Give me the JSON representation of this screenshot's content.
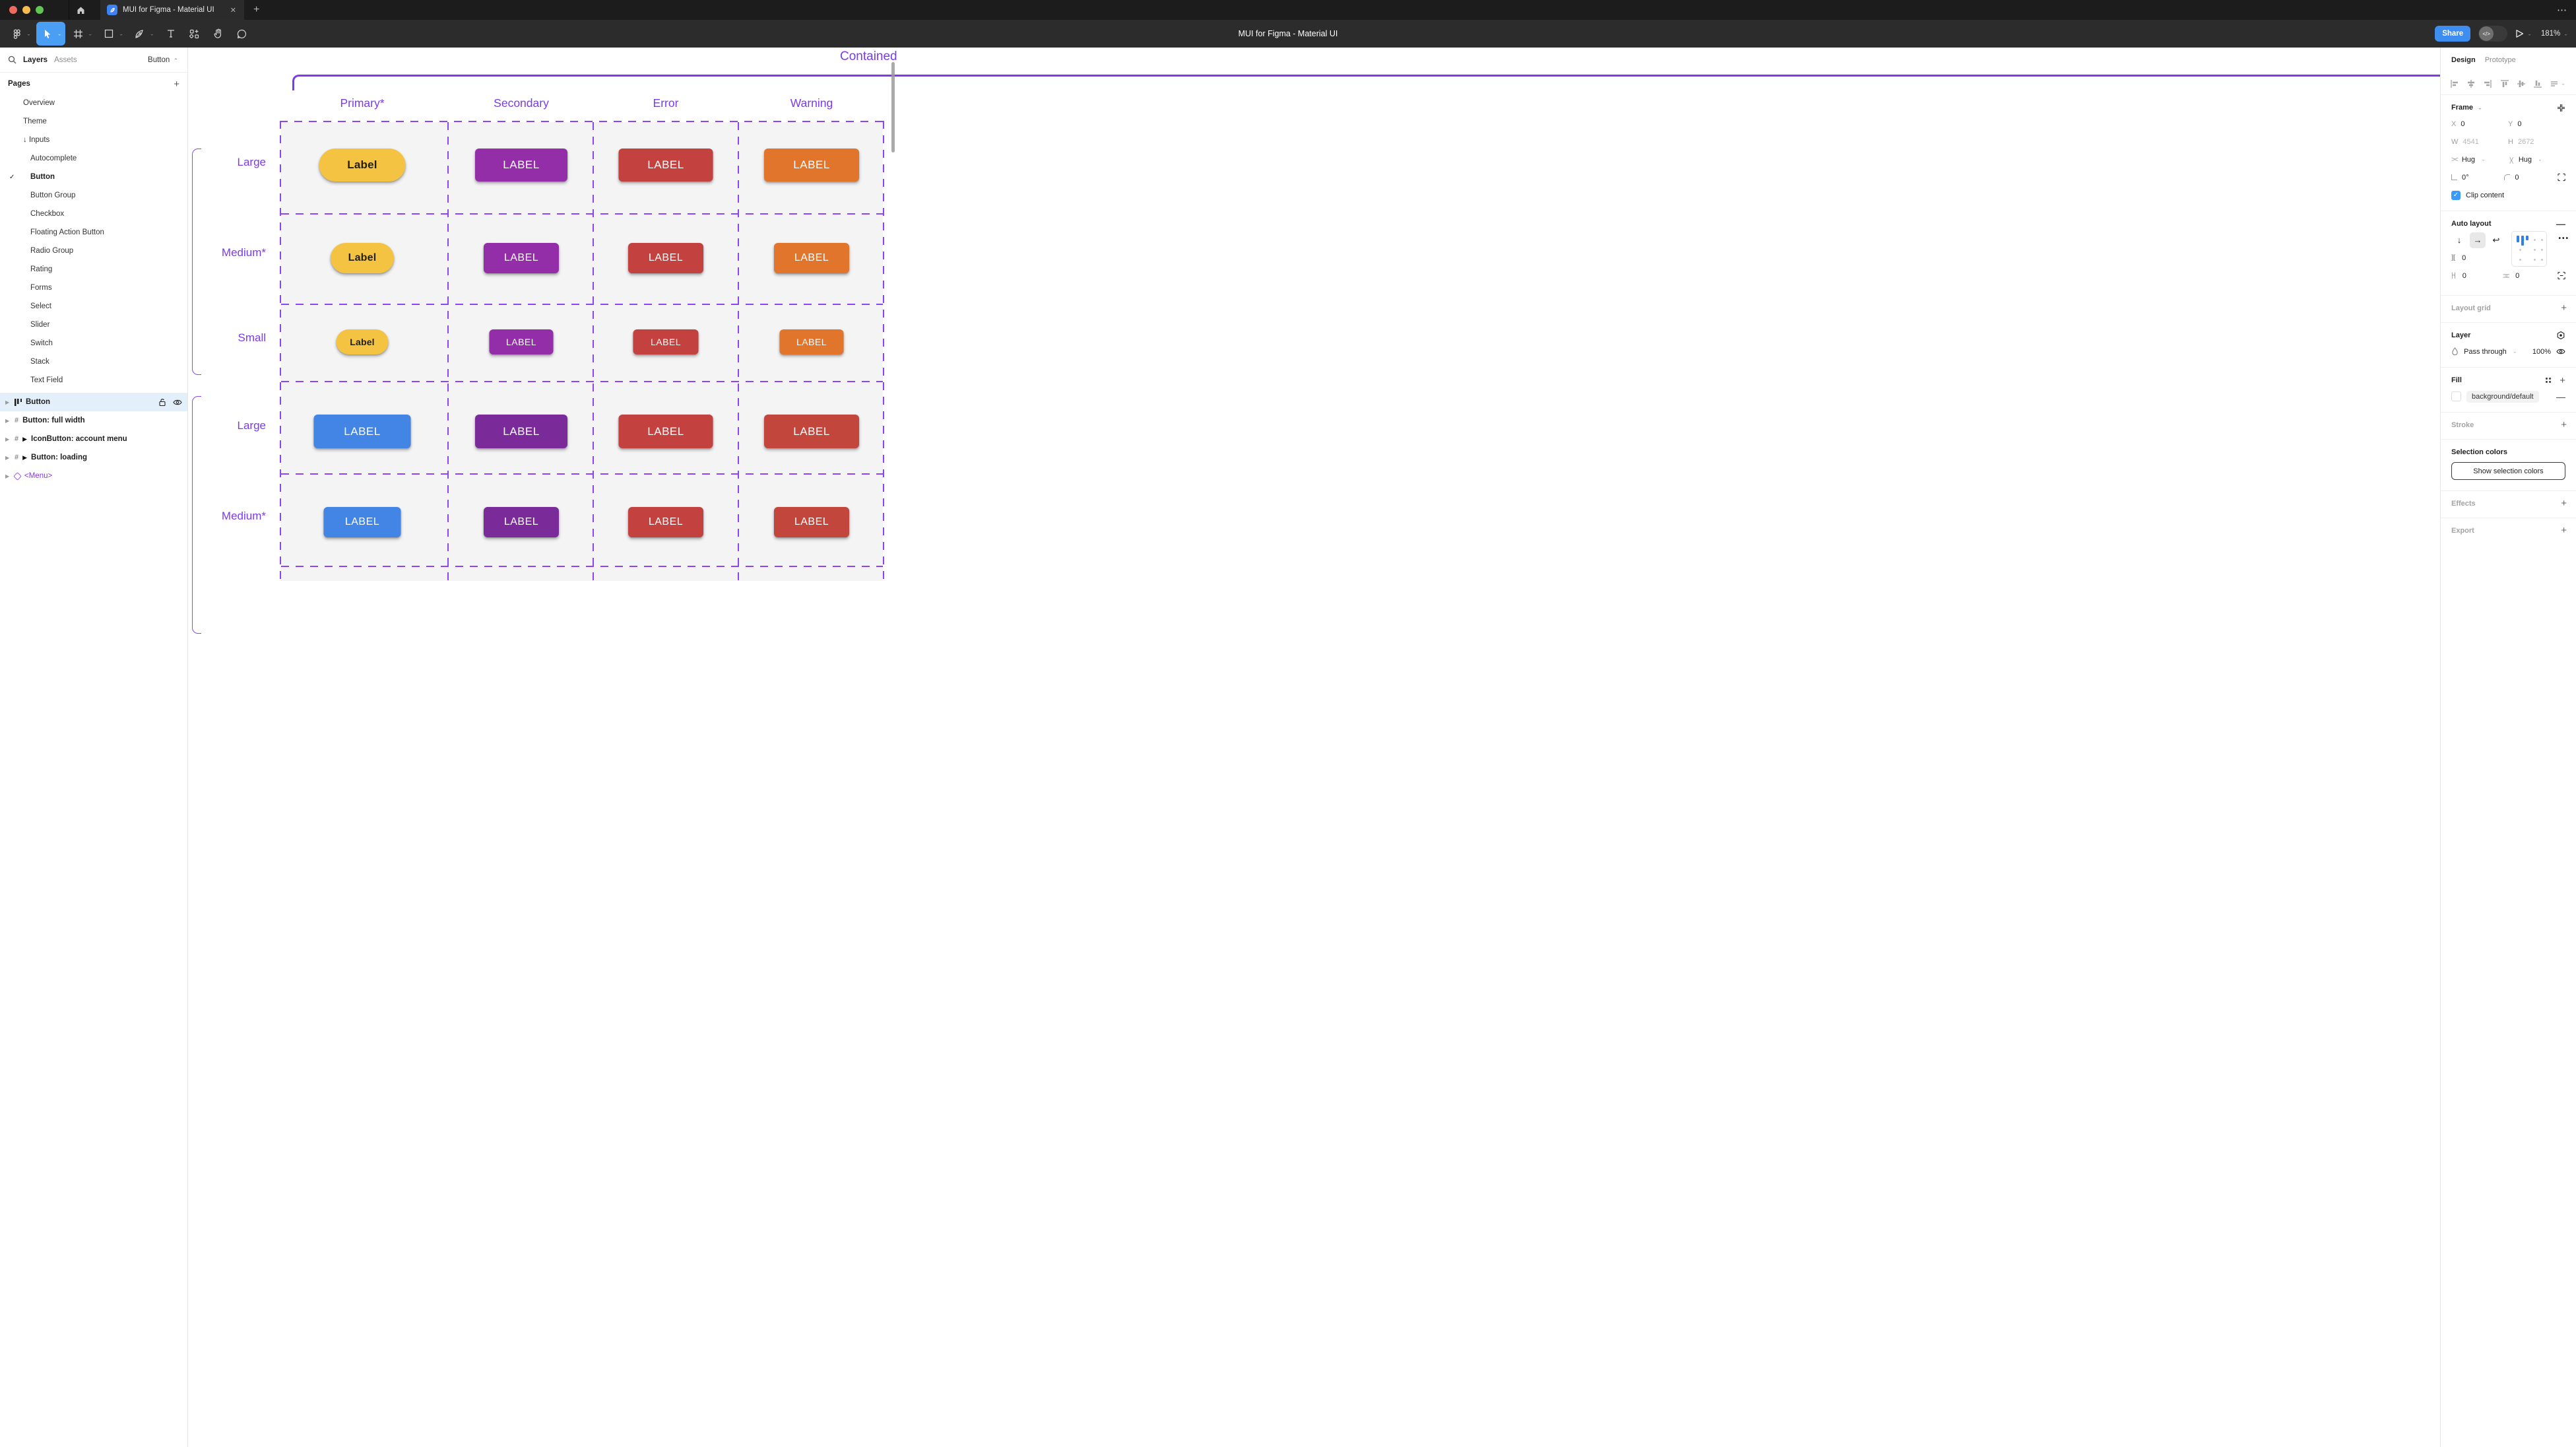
{
  "window": {
    "tab_title": "MUI for Figma - Material UI",
    "close_glyph": "✕",
    "new_tab_glyph": "+",
    "more_glyph": "⋯",
    "traffic_lights": [
      "#EE6A5F",
      "#F5BD4F",
      "#61C554"
    ]
  },
  "toolbar": {
    "title": "MUI for Figma - Material UI",
    "share_label": "Share",
    "dev_toggle_glyph": "</>",
    "zoom_level": "181%",
    "selected_tool": "move",
    "accent_blue": "#4A9EF4"
  },
  "sidebar": {
    "tabs": {
      "layers": "Layers",
      "assets": "Assets"
    },
    "page_selector": "Button",
    "pages_header": "Pages",
    "pages": [
      {
        "label": "Overview",
        "indent": 1
      },
      {
        "label": "Theme",
        "indent": 1
      },
      {
        "label": "Inputs",
        "indent": 1,
        "prefix": "↓ "
      },
      {
        "label": "Autocomplete",
        "indent": 2
      },
      {
        "label": "Button",
        "indent": 2,
        "current": true
      },
      {
        "label": "Button Group",
        "indent": 2
      },
      {
        "label": "Checkbox",
        "indent": 2
      },
      {
        "label": "Floating Action Button",
        "indent": 2
      },
      {
        "label": "Radio Group",
        "indent": 2
      },
      {
        "label": "Rating",
        "indent": 2
      },
      {
        "label": "Forms",
        "indent": 2
      },
      {
        "label": "Select",
        "indent": 2
      },
      {
        "label": "Slider",
        "indent": 2
      },
      {
        "label": "Switch",
        "indent": 2
      },
      {
        "label": "Stack",
        "indent": 2
      },
      {
        "label": "Text Field",
        "indent": 2
      }
    ],
    "layers": [
      {
        "label": "Button",
        "icon": "autolayout",
        "selected": true
      },
      {
        "label": "Button: full width",
        "icon": "frame"
      },
      {
        "label": "IconButton: account menu",
        "icon": "frame",
        "component_marker": true
      },
      {
        "label": "Button: loading",
        "icon": "frame",
        "component_marker": true
      },
      {
        "label": "<Menu>",
        "icon": "instance",
        "purple": true
      }
    ]
  },
  "canvas": {
    "section_label": "Contained",
    "accent_purple": "#7C3AED",
    "dash_purple": "#8B45F6",
    "columns": [
      "Primary*",
      "Secondary",
      "Error",
      "Warning"
    ],
    "rows": [
      {
        "size_label": "Large",
        "cells": [
          {
            "text": "Label",
            "bg": "#F5C342",
            "fg": "#24200F",
            "pill": true
          },
          {
            "text": "LABEL",
            "bg": "#942DA8",
            "fg": "#FFFFFF"
          },
          {
            "text": "LABEL",
            "bg": "#C3413E",
            "fg": "#FFFFFF"
          },
          {
            "text": "LABEL",
            "bg": "#E1752C",
            "fg": "#FFFFFF"
          }
        ]
      },
      {
        "size_label": "Medium*",
        "cells": [
          {
            "text": "Label",
            "bg": "#F5C342",
            "fg": "#24200F",
            "pill": true
          },
          {
            "text": "LABEL",
            "bg": "#942DA8",
            "fg": "#FFFFFF"
          },
          {
            "text": "LABEL",
            "bg": "#C3413E",
            "fg": "#FFFFFF"
          },
          {
            "text": "LABEL",
            "bg": "#E1752C",
            "fg": "#FFFFFF"
          }
        ]
      },
      {
        "size_label": "Small",
        "cells": [
          {
            "text": "Label",
            "bg": "#F5C342",
            "fg": "#24200F",
            "pill": true
          },
          {
            "text": "LABEL",
            "bg": "#942DA8",
            "fg": "#FFFFFF"
          },
          {
            "text": "LABEL",
            "bg": "#C3413E",
            "fg": "#FFFFFF"
          },
          {
            "text": "LABEL",
            "bg": "#E1752C",
            "fg": "#FFFFFF"
          }
        ]
      },
      {
        "size_label": "Large",
        "cells": [
          {
            "text": "LABEL",
            "bg": "#4285E5",
            "fg": "#FFFFFF"
          },
          {
            "text": "LABEL",
            "bg": "#7B2B99",
            "fg": "#FFFFFF"
          },
          {
            "text": "LABEL",
            "bg": "#C3413E",
            "fg": "#FFFFFF"
          },
          {
            "text": "LABEL",
            "bg": "#C2463B",
            "fg": "#FFFFFF"
          }
        ]
      },
      {
        "size_label": "Medium*",
        "cells": [
          {
            "text": "LABEL",
            "bg": "#4285E5",
            "fg": "#FFFFFF"
          },
          {
            "text": "LABEL",
            "bg": "#7B2B99",
            "fg": "#FFFFFF"
          },
          {
            "text": "LABEL",
            "bg": "#C3413E",
            "fg": "#FFFFFF"
          },
          {
            "text": "LABEL",
            "bg": "#C2463B",
            "fg": "#FFFFFF"
          }
        ]
      }
    ]
  },
  "inspector": {
    "tabs": {
      "design": "Design",
      "prototype": "Prototype"
    },
    "frame": {
      "title": "Frame",
      "x_label": "X",
      "x": "0",
      "y_label": "Y",
      "y": "0",
      "w_label": "W",
      "w": "4541",
      "h_label": "H",
      "h": "2672",
      "hug_h": "Hug",
      "hug_v": "Hug",
      "rotation": "0°",
      "corner_radius": "0",
      "clip_label": "Clip content"
    },
    "auto_layout": {
      "title": "Auto layout",
      "gap": "0",
      "pad_h": "0",
      "pad_v": "0",
      "more_glyph": "•••"
    },
    "layout_grid": {
      "title": "Layout grid"
    },
    "layer": {
      "title": "Layer",
      "blend_mode": "Pass through",
      "opacity": "100%"
    },
    "fill": {
      "title": "Fill",
      "token": "background/default"
    },
    "stroke": {
      "title": "Stroke"
    },
    "selection_colors": {
      "title": "Selection colors",
      "button_label": "Show selection colors"
    },
    "effects": {
      "title": "Effects"
    },
    "export": {
      "title": "Export"
    }
  }
}
